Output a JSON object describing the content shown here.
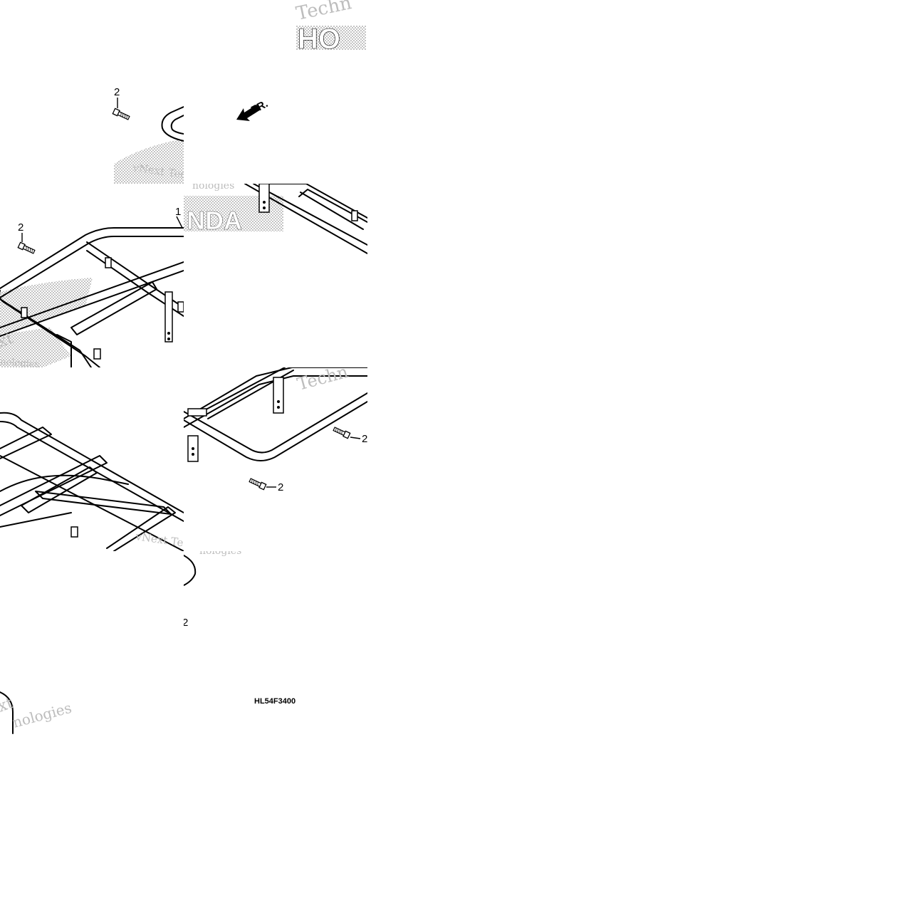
{
  "diagram": {
    "callouts": {
      "frame_label": "1",
      "bolt_label": "2"
    },
    "direction_label": "FR.",
    "drawing_code": "HL54F3400",
    "watermark": {
      "brand_tail": "vNext Tec",
      "brand_head": "Techn",
      "word": "Technologies",
      "word_partial": "nologies",
      "logo": "HONDA",
      "logo_tail": "NDA",
      "logo_head": "HO",
      "ext": "xt"
    }
  }
}
